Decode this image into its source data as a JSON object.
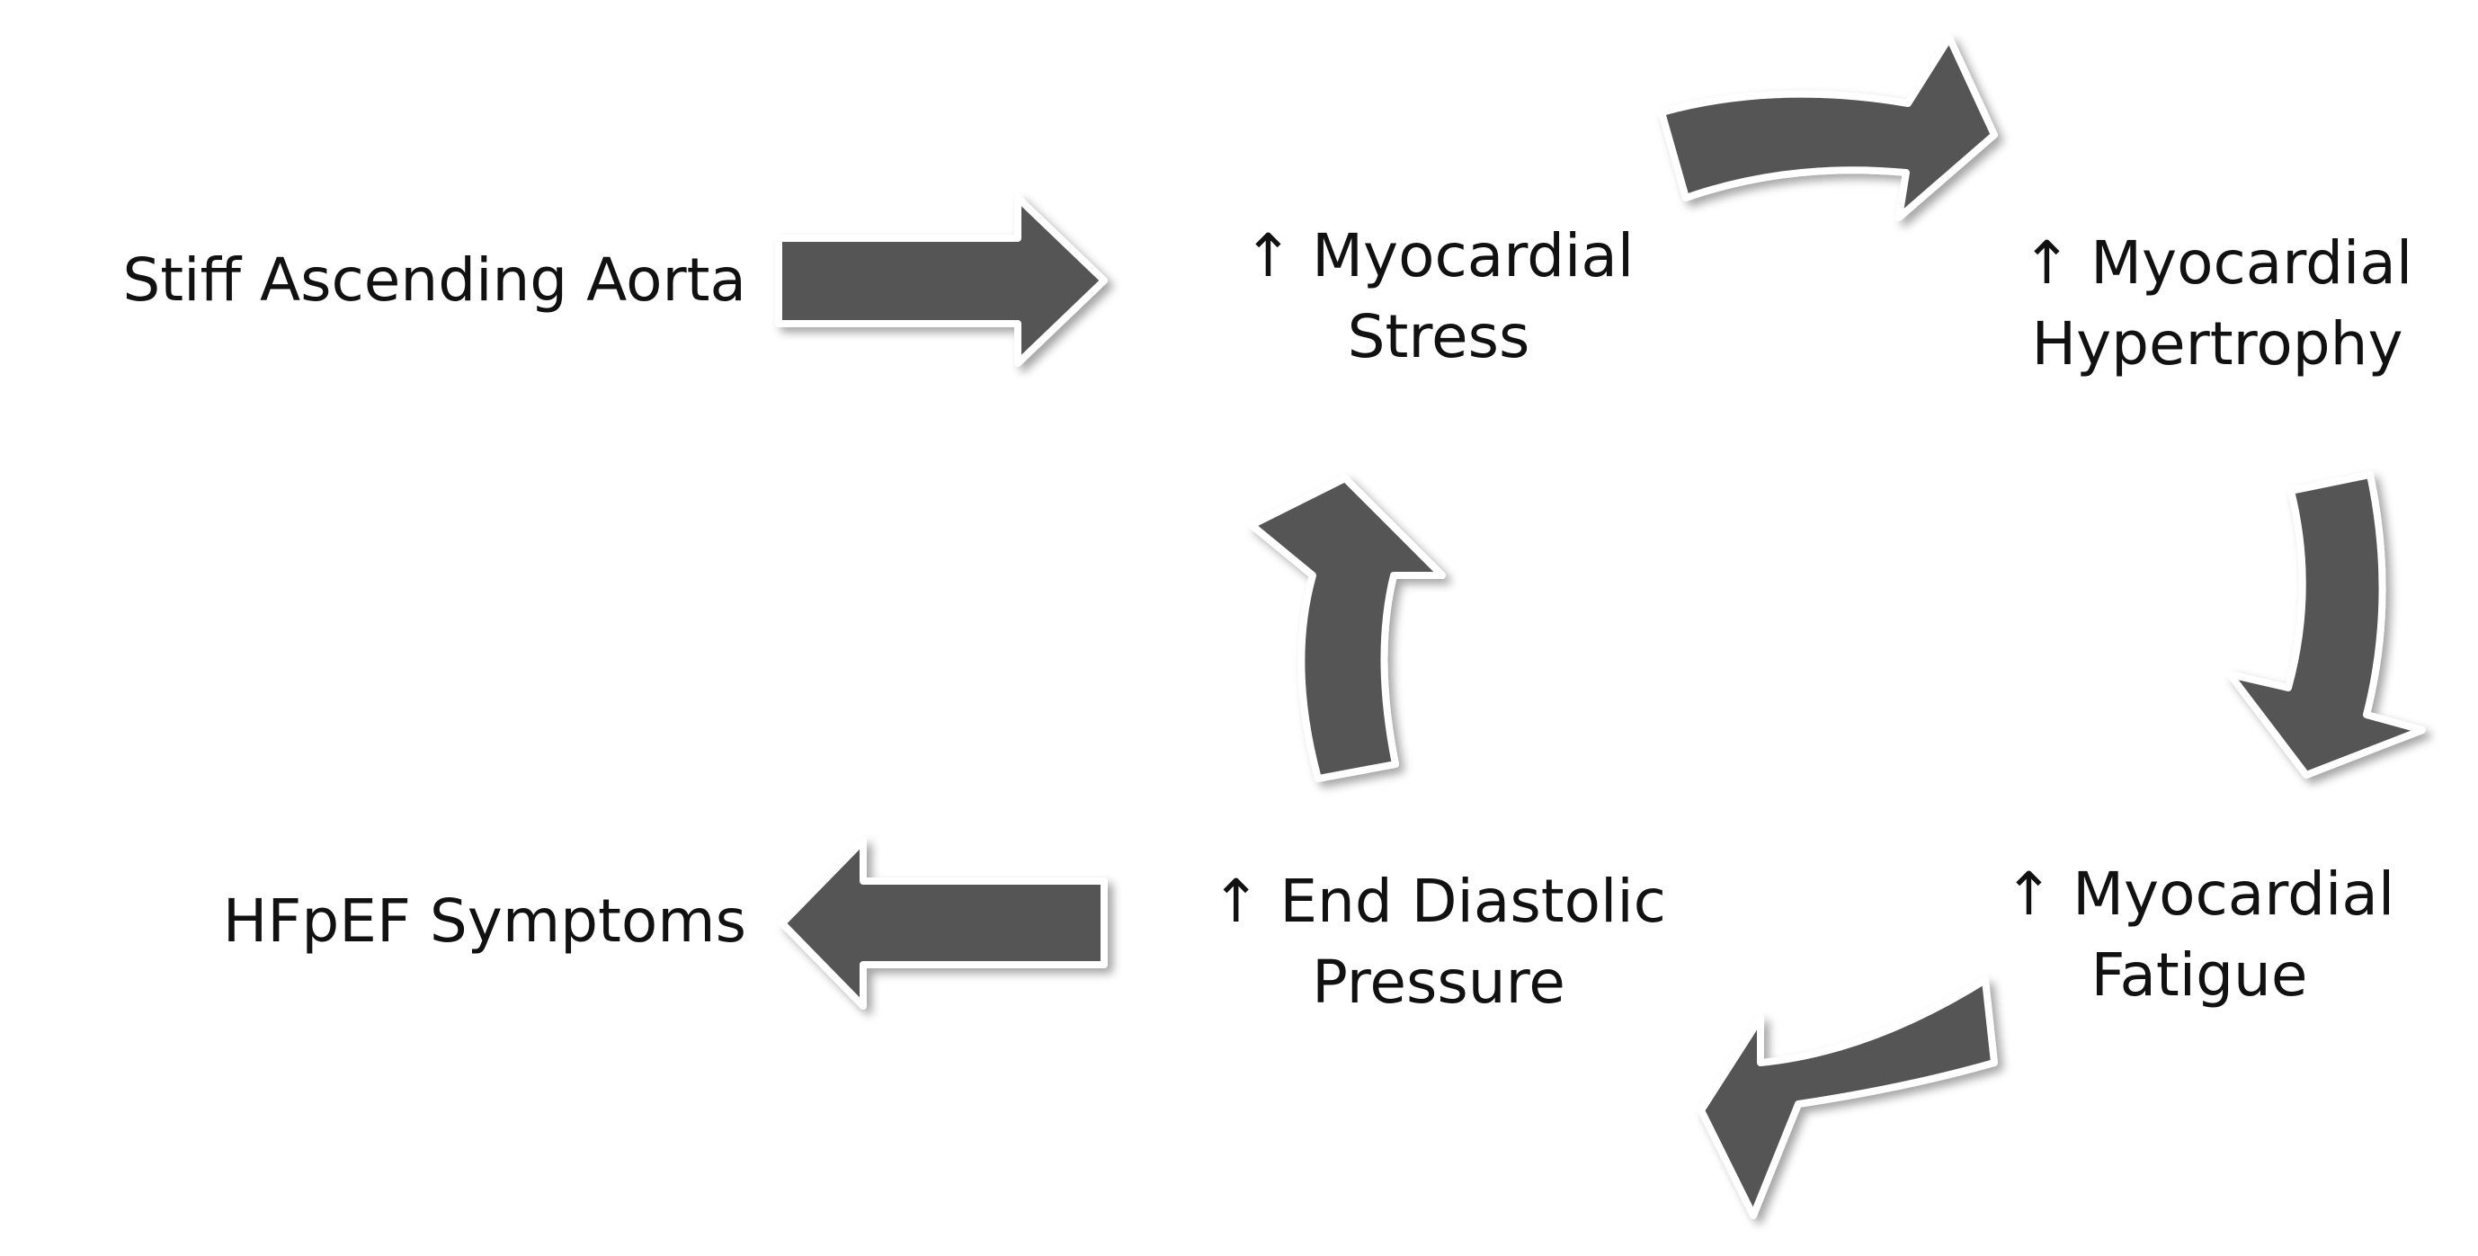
{
  "nodes": {
    "stiff_aorta": {
      "lines": [
        "Stiff Ascending Aorta"
      ]
    },
    "myocardial_stress": {
      "lines": [
        "↑ Myocardial",
        "Stress"
      ]
    },
    "myocardial_hypertrophy": {
      "lines": [
        "↑ Myocardial",
        "Hypertrophy"
      ]
    },
    "myocardial_fatigue": {
      "lines": [
        "↑ Myocardial",
        "Fatigue"
      ]
    },
    "end_diastolic_pressure": {
      "lines": [
        "↑ End Diastolic",
        "Pressure"
      ]
    },
    "hfpef_symptoms": {
      "lines": [
        "HFpEF Symptoms"
      ]
    }
  },
  "colors": {
    "arrow_fill": "#545454",
    "arrow_outline": "#ffffff",
    "text": "#111111",
    "background": "#ffffff"
  },
  "edges": [
    {
      "from": "stiff_aorta",
      "to": "myocardial_stress",
      "shape": "straight-arrow"
    },
    {
      "from": "myocardial_stress",
      "to": "myocardial_hypertrophy",
      "shape": "curved-arrow"
    },
    {
      "from": "myocardial_hypertrophy",
      "to": "myocardial_fatigue",
      "shape": "curved-arrow"
    },
    {
      "from": "myocardial_fatigue",
      "to": "end_diastolic_pressure",
      "shape": "curved-arrow"
    },
    {
      "from": "end_diastolic_pressure",
      "to": "myocardial_stress",
      "shape": "curved-arrow"
    },
    {
      "from": "end_diastolic_pressure",
      "to": "hfpef_symptoms",
      "shape": "straight-arrow"
    }
  ]
}
